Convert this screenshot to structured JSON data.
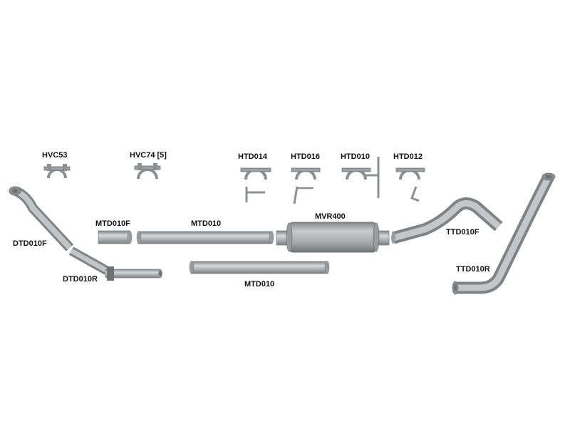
{
  "colors": {
    "background": "#ffffff",
    "pipe_fill": "#a9acae",
    "pipe_highlight": "#d6d8da",
    "pipe_shadow": "#7f8386",
    "label": "#111111"
  },
  "parts": {
    "hvc53": "HVC53",
    "hvc74": "HVC74 [5]",
    "htd014": "HTD014",
    "htd016": "HTD016",
    "htd010": "HTD010",
    "htd012": "HTD012",
    "dtd010f": "DTD010F",
    "dtd010r": "DTD010R",
    "mtd010f": "MTD010F",
    "mtd010_top": "MTD010",
    "mtd010_bottom": "MTD010",
    "mvr400": "MVR400",
    "ttd010f": "TTD010F",
    "ttd010r": "TTD010R"
  }
}
